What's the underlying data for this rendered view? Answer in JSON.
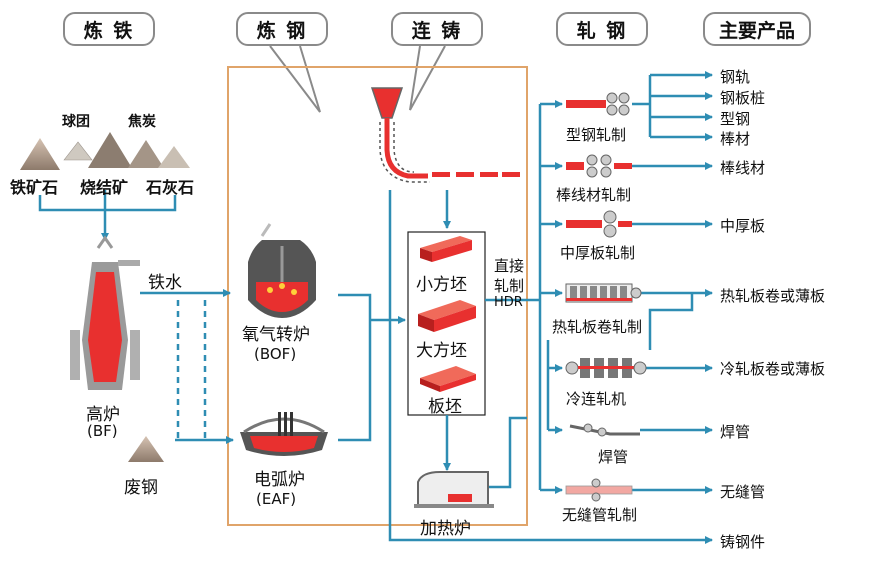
{
  "headers": {
    "ironmaking": "炼 铁",
    "steelmaking": "炼 钢",
    "casting": "连 铸",
    "rolling": "轧 钢",
    "products": "主要产品"
  },
  "raw_materials": {
    "pellet": "球团",
    "coke": "焦炭",
    "iron_ore": "铁矿石",
    "sinter": "烧结矿",
    "limestone": "石灰石",
    "scrap": "废钢"
  },
  "ironmaking": {
    "blast_furnace": "高炉",
    "blast_furnace_abbr": "(BF)",
    "hot_metal": "铁水"
  },
  "steelmaking": {
    "bof": "氧气转炉",
    "bof_abbr": "(BOF)",
    "eaf": "电弧炉",
    "eaf_abbr": "(EAF)"
  },
  "casting": {
    "billet": "小方坯",
    "bloom": "大方坯",
    "slab": "板坯",
    "direct_rolling_1": "直接",
    "direct_rolling_2": "轧制",
    "hdr": "HDR",
    "reheating": "加热炉"
  },
  "rolling": {
    "section": "型钢轧制",
    "wire_rod": "棒线材轧制",
    "plate": "中厚板轧制",
    "hot_strip": "热轧板卷轧制",
    "cold_mill": "冷连轧机",
    "welded": "焊管",
    "seamless": "无缝管轧制"
  },
  "products": {
    "rail": "钢轨",
    "sheet_pile": "钢板桩",
    "section_steel": "型钢",
    "bar": "棒材",
    "wire_rod": "棒线材",
    "plate": "中厚板",
    "hot_coil": "热轧板卷或薄板",
    "cold_coil": "冷轧板卷或薄板",
    "welded_pipe": "焊管",
    "seamless_pipe": "无缝管",
    "castings": "铸钢件"
  },
  "colors": {
    "flow": "#2e8db3",
    "accent": "#e8302f",
    "frame": "#e0a46a",
    "header_border": "#8a8a8a"
  }
}
